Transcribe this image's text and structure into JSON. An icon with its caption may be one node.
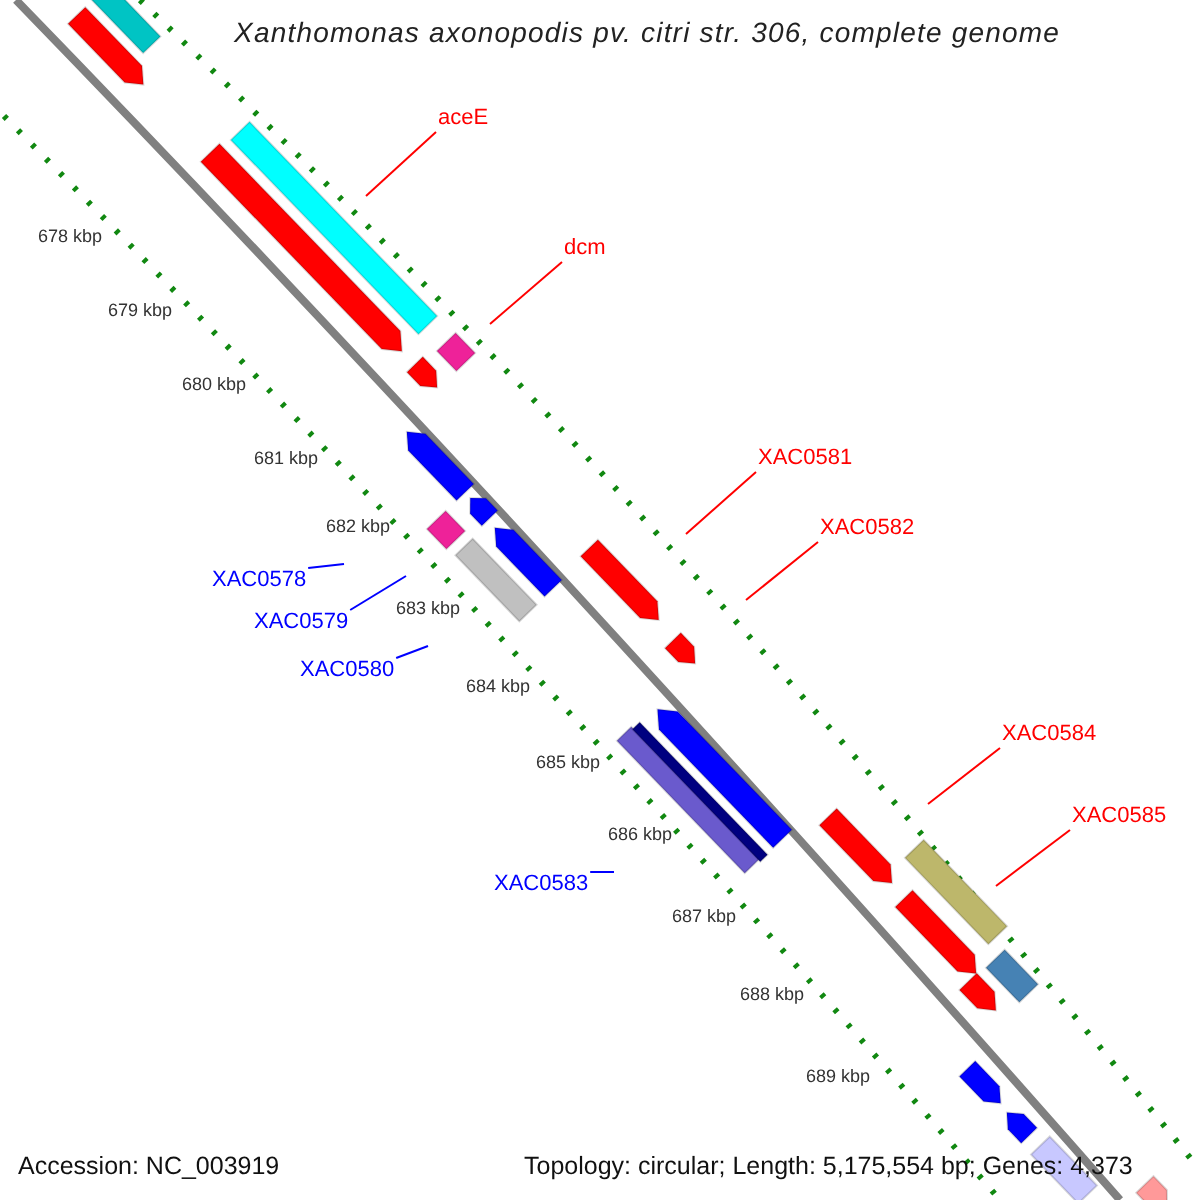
{
  "diagram": {
    "title": "Xanthomonas axonopodis pv. citri str. 306, complete genome",
    "nodes": [
      {
        "text": [
          "aceE"
        ]
      },
      {
        "text": [
          "dcm"
        ]
      },
      {
        "text": [
          "XAC0581"
        ]
      },
      {
        "text": [
          "XAC0582"
        ]
      },
      {
        "text": [
          "XAC0578"
        ]
      },
      {
        "text": [
          "XAC0579"
        ]
      },
      {
        "text": [
          "XAC0580"
        ]
      },
      {
        "text": [
          "XAC0584"
        ]
      },
      {
        "text": [
          "XAC0585"
        ]
      },
      {
        "text": [
          "XAC0583"
        ]
      }
    ],
    "edges": [
      {
        "from": 0,
        "to": null,
        "arrow": "none"
      },
      {
        "from": 1,
        "to": null,
        "arrow": "none"
      },
      {
        "from": 2,
        "to": null,
        "arrow": "none"
      },
      {
        "from": 3,
        "to": null,
        "arrow": "none"
      },
      {
        "from": 4,
        "to": null,
        "arrow": "none",
        "color": "#0000ff"
      },
      {
        "from": 5,
        "to": null,
        "arrow": "none",
        "color": "#0000ff"
      },
      {
        "from": 6,
        "to": null,
        "arrow": "none",
        "color": "#0000ff"
      },
      {
        "from": 7,
        "to": null,
        "arrow": "none"
      },
      {
        "from": 8,
        "to": null,
        "arrow": "none"
      },
      {
        "from": 9,
        "to": null,
        "arrow": "none",
        "color": "#0000ff"
      }
    ],
    "labels": [
      "678 kbp",
      "679 kbp",
      "680 kbp",
      "681 kbp",
      "682 kbp",
      "683 kbp",
      "684 kbp",
      "685 kbp",
      "686 kbp",
      "687 kbp",
      "688 kbp",
      "689 kbp",
      "Accession: NC_003919",
      "Topology: circular; Length: 5,175,554 bp; Genes: 4,373"
    ]
  }
}
